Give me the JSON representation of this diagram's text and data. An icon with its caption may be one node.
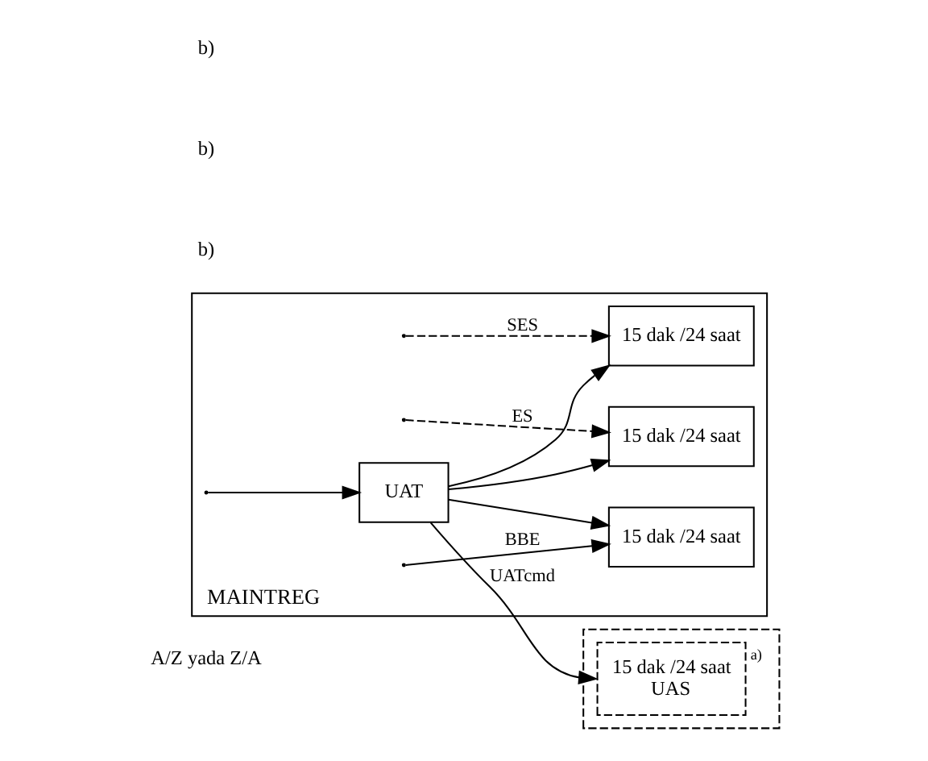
{
  "diagram": {
    "nodes": [
      {
        "text": [
          "MAINTREG"
        ]
      },
      {
        "text": [
          "15 dak /24 saat"
        ],
        "in": 0
      },
      {
        "text": [
          "15 dak /24 saat"
        ],
        "in": 0
      },
      {
        "text": [
          "15 dak /24 saat"
        ],
        "in": 0
      },
      {
        "text": [
          "UAT"
        ],
        "in": 0
      },
      {
        "text": [],
        "shape": "box"
      },
      {
        "text": [
          "15 dak /24 saat",
          "UAS"
        ],
        "in": 5,
        "beside": [
          "a)"
        ]
      }
    ],
    "edges": [
      {
        "from": null,
        "to": 1,
        "arrow": "to",
        "label": "BBE"
      },
      {
        "from": null,
        "to": 2,
        "arrow": "to",
        "label": "ES",
        "style": "dashed"
      },
      {
        "from": null,
        "to": 3,
        "arrow": "to",
        "label": "SES",
        "style": "dashed"
      },
      {
        "from": null,
        "to": 4,
        "arrow": "to"
      },
      {
        "from": 4,
        "to": 1,
        "arrow": "to"
      },
      {
        "from": 4,
        "to": 2,
        "arrow": "to"
      },
      {
        "from": 4,
        "to": 3,
        "arrow": "to"
      },
      {
        "from": 4,
        "to": 6,
        "arrow": "to",
        "label": "UATcmd"
      }
    ],
    "labels": [
      "A/Z yada Z/A",
      "b)",
      "b)",
      "b)"
    ]
  }
}
